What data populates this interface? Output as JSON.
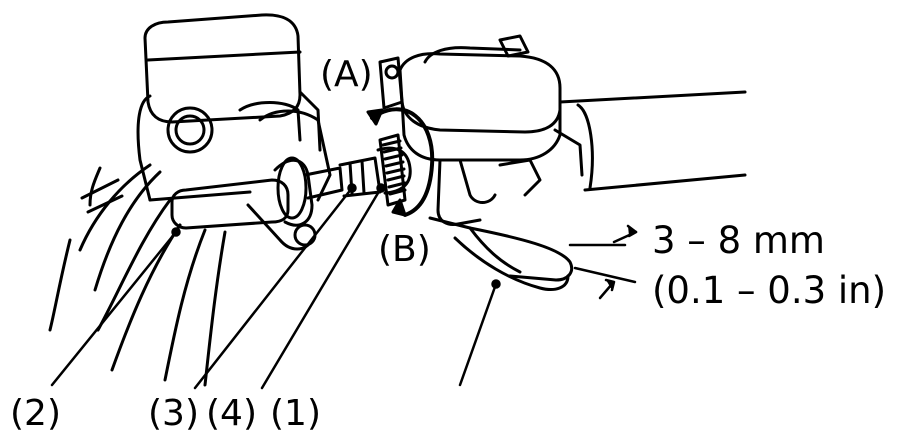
{
  "labels": {
    "a": "(A)",
    "b": "(B)",
    "p1": "(1)",
    "p2": "(2)",
    "p3": "(3)",
    "p4": "(4)"
  },
  "measurement": {
    "metric": "3 – 8 mm",
    "imperial": "(0.1 – 0.3 in)"
  },
  "colors": {
    "line": "#000000",
    "background": "#ffffff"
  }
}
